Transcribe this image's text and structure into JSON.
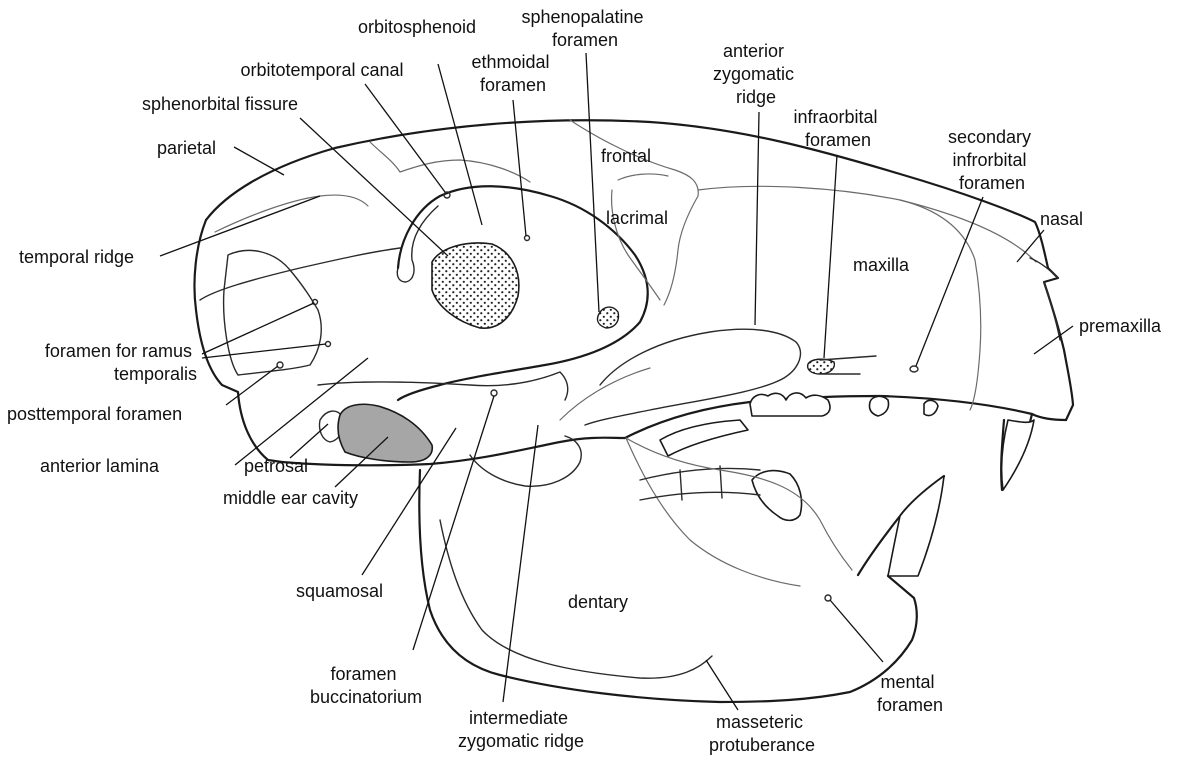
{
  "labels": {
    "orbitosphenoid": "orbitosphenoid",
    "sphenopalatine": [
      "sphenopalatine",
      "foramen"
    ],
    "orbitotemporal_canal": "orbitotemporal canal",
    "ethmoidal": [
      "ethmoidal",
      "foramen"
    ],
    "anterior_zygomatic_ridge": [
      "anterior",
      "zygomatic",
      "ridge"
    ],
    "sphenorbital_fissure": "sphenorbital fissure",
    "infraorbital": [
      "infraorbital",
      "foramen"
    ],
    "secondary_infraorbital": [
      "secondary",
      "infrorbital",
      "foramen"
    ],
    "parietal": "parietal",
    "frontal": "frontal",
    "lacrimal": "lacrimal",
    "nasal": "nasal",
    "temporal_ridge": "temporal ridge",
    "maxilla": "maxilla",
    "premaxilla": "premaxilla",
    "foramen_ramus": [
      "foramen for ramus",
      "temporalis"
    ],
    "posttemporal_foramen": "posttemporal foramen",
    "anterior_lamina": "anterior lamina",
    "petrosal": "petrosal",
    "middle_ear_cavity": "middle ear cavity",
    "squamosal": "squamosal",
    "dentary": "dentary",
    "foramen_buccinatorium": [
      "foramen",
      "buccinatorium"
    ],
    "intermediate_zygomatic_ridge": [
      "intermediate",
      "zygomatic ridge"
    ],
    "masseteric_protuberance": [
      "masseteric",
      "protuberance"
    ],
    "mental_foramen": [
      "mental",
      "foramen"
    ]
  },
  "colors": {
    "ear_cavity_fill": "#a6a6a6",
    "line": "#111111"
  }
}
